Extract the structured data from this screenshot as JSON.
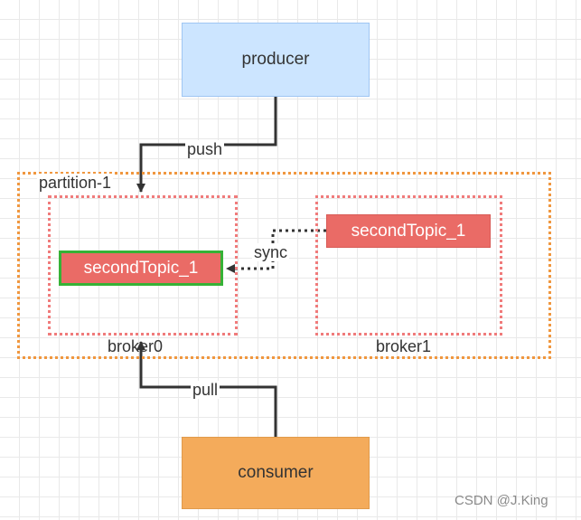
{
  "nodes": {
    "producer": "producer",
    "consumer": "consumer",
    "partition": "partition-1",
    "broker0": "broker0",
    "broker1": "broker1",
    "leader_topic": "secondTopic_1",
    "replica_topic": "secondTopic_1"
  },
  "edges": {
    "push": "push",
    "pull": "pull",
    "sync": "sync"
  },
  "watermark": "CSDN @J.King",
  "colors": {
    "producer_fill": "#cce5ff",
    "consumer_fill": "#f4ab5b",
    "topic_fill": "#ea6b66",
    "leader_border": "#36b236",
    "partition_border": "#f0973f",
    "broker_border": "#f07b7b"
  }
}
